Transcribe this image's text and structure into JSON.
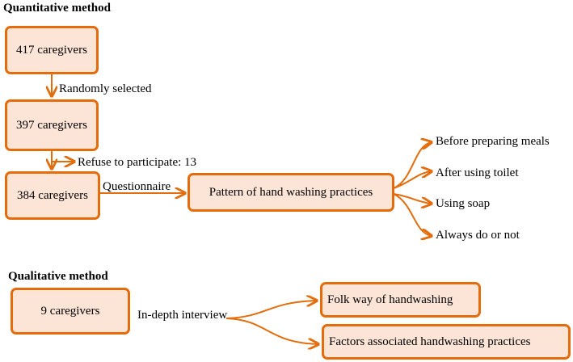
{
  "quantitative": {
    "heading": "Quantitative method",
    "boxes": {
      "population": "417 caregivers",
      "selected": "397 caregivers",
      "participants": "384 caregivers",
      "pattern": "Pattern of hand washing practices"
    },
    "labels": {
      "randomly_selected": "Randomly selected",
      "refuse": "Refuse to participate: 13",
      "questionnaire": "Questionnaire"
    },
    "outcomes": [
      "Before preparing meals",
      "After using toilet",
      "Using soap",
      "Always do or not"
    ]
  },
  "qualitative": {
    "heading": "Qualitative method",
    "boxes": {
      "participants": "9 caregivers",
      "folk_way": "Folk way of handwashing",
      "factors": "Factors associated handwashing practices"
    },
    "labels": {
      "interview": "In-depth interview"
    }
  },
  "colors": {
    "stroke": "#e46c0a",
    "fill": "#fce4d6"
  }
}
